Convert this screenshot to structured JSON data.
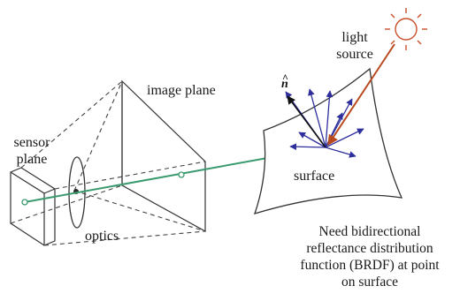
{
  "labels": {
    "sensor_plane_line1": "sensor",
    "sensor_plane_line2": "plane",
    "image_plane": "image plane",
    "optics": "optics",
    "light_source_line1": "light",
    "light_source_line2": "source",
    "surface": "surface",
    "normal": "n"
  },
  "caption": {
    "lines": [
      "Need bidirectional",
      "reflectance distribution",
      "function (BRDF) at point",
      "on surface"
    ]
  },
  "colors": {
    "line": "#333333",
    "ray": "#3a9a6e",
    "incident": "#b84a1f",
    "reflected": "#2e2f9c",
    "sun": "#c9502a"
  },
  "icons": {
    "light_source": "sun-icon"
  }
}
